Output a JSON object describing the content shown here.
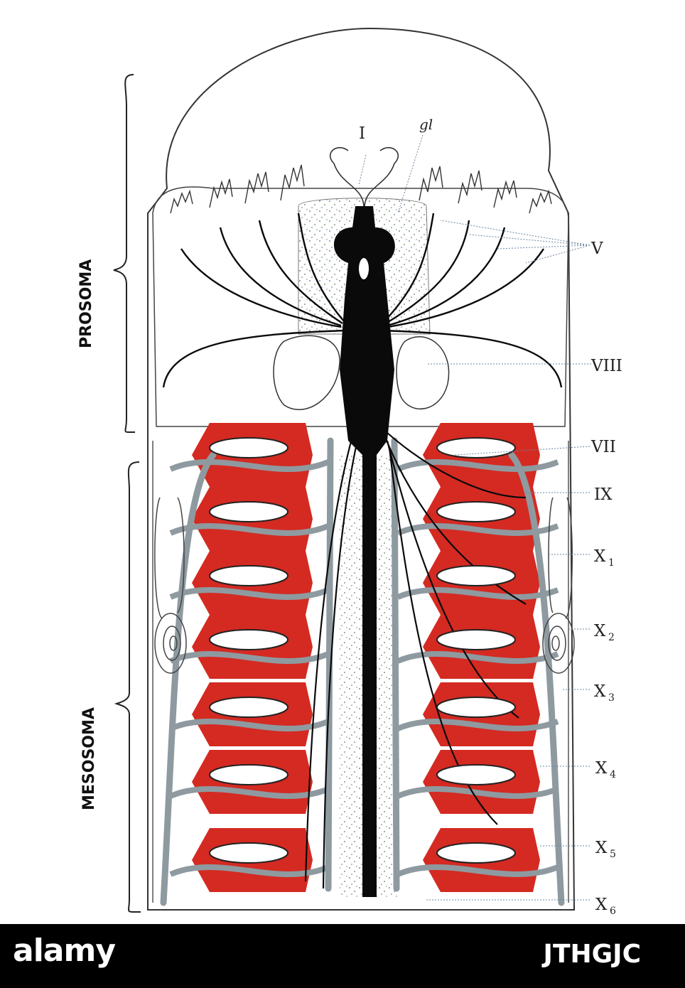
{
  "regions": {
    "prosoma": "PROSOMA",
    "mesosoma": "MESOSOMA"
  },
  "labels": {
    "I": "I",
    "gl": "gl",
    "V": "V",
    "VIII": "VIII",
    "VII": "VII",
    "IX": "IX",
    "X": "X",
    "x_subs": [
      "1",
      "2",
      "3",
      "4",
      "5",
      "6"
    ]
  },
  "footer": {
    "brand": "alamy",
    "image_id": "JTHGJC"
  },
  "colors": {
    "muscle": "#d42a22",
    "vessel": "#8e9aa0",
    "nerve": "#0a0a0a",
    "stipple": "#4a6a8a"
  }
}
